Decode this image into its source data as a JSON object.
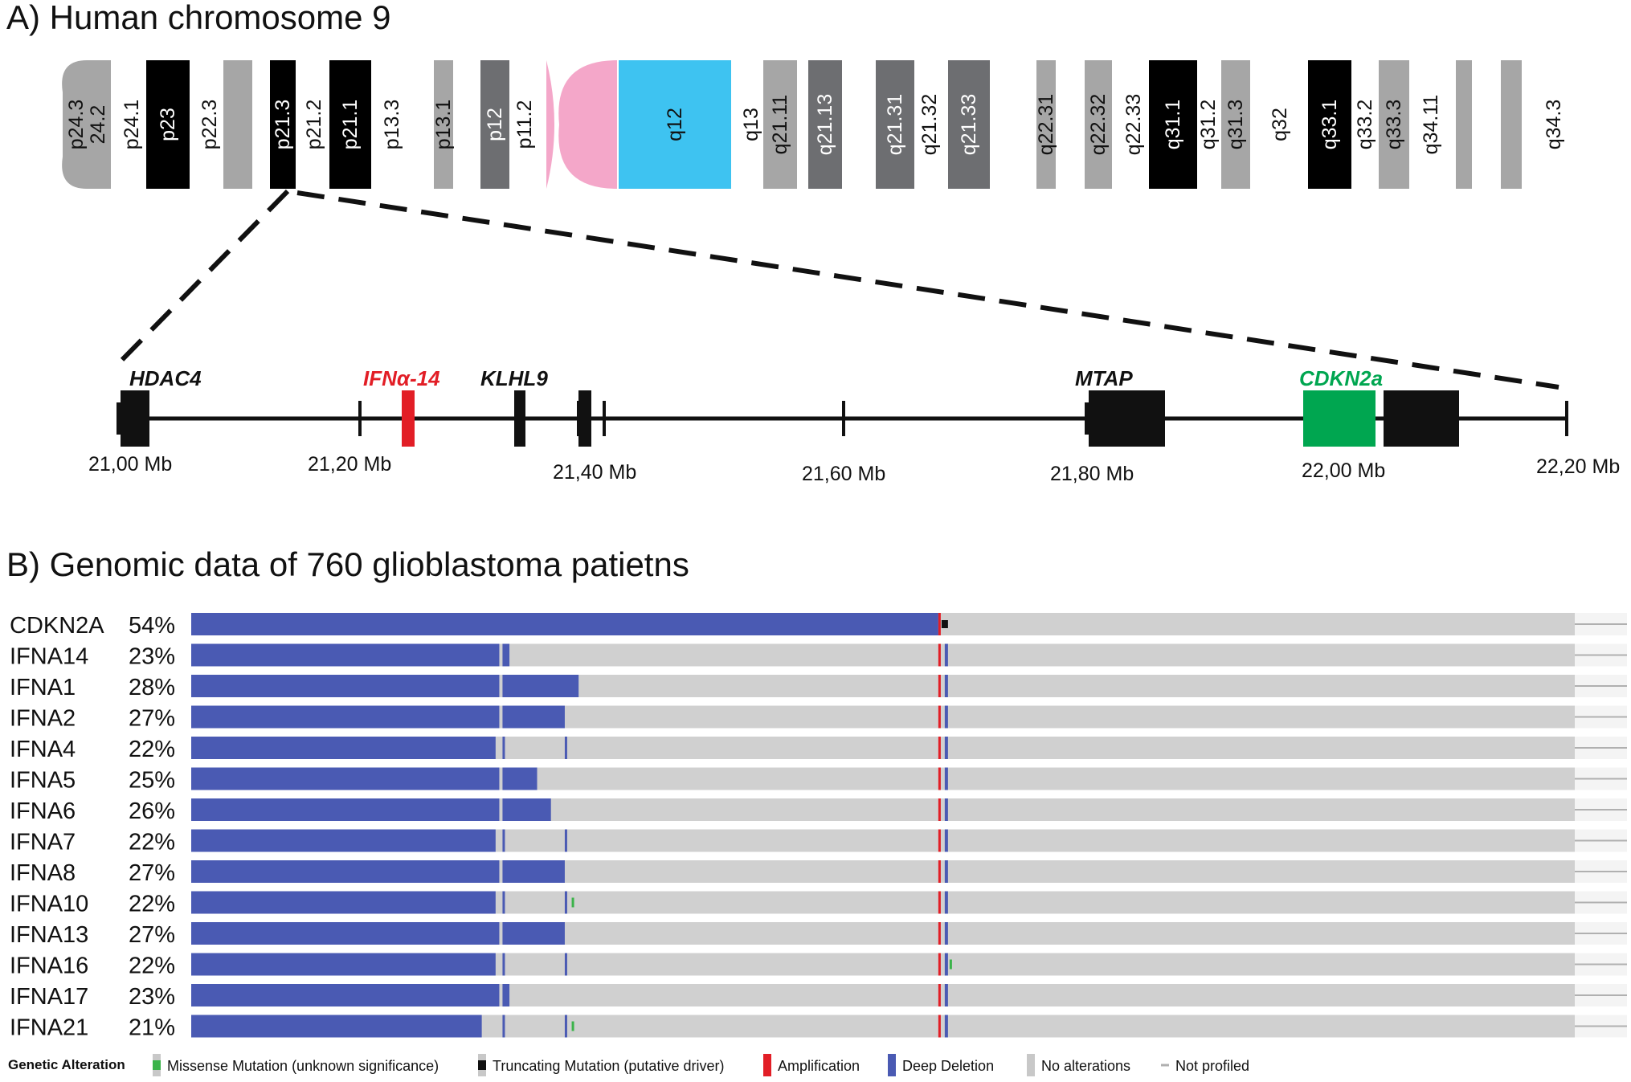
{
  "panel_a": {
    "title": "A) Human chromosome 9",
    "bands": [
      {
        "label": "p24.3",
        "color": "none"
      },
      {
        "label": "24.2",
        "color": "#a6a6a6"
      },
      {
        "label": "p24.1",
        "color": "none"
      },
      {
        "label": "p23",
        "color": "#000000"
      },
      {
        "label": "p22.3",
        "color": "none"
      },
      {
        "label": "",
        "color": "#a6a6a6"
      },
      {
        "label": "p21.3",
        "color": "#000000"
      },
      {
        "label": "p21.2",
        "color": "none"
      },
      {
        "label": "p21.1",
        "color": "#000000"
      },
      {
        "label": "p13.3",
        "color": "none"
      },
      {
        "label": "p13.1",
        "color": "#a6a6a6"
      },
      {
        "label": "p12",
        "color": "#6d6e71"
      },
      {
        "label": "p11.2",
        "color": "none"
      },
      {
        "label": "",
        "color": "#f4a7c9"
      },
      {
        "label": "q12",
        "color": "#3ec3f1"
      },
      {
        "label": "q13",
        "color": "none"
      },
      {
        "label": "q21.11",
        "color": "#a6a6a6"
      },
      {
        "label": "q21.13",
        "color": "#6d6e71"
      },
      {
        "label": "q21.31",
        "color": "#6d6e71"
      },
      {
        "label": "q21.32",
        "color": "none"
      },
      {
        "label": "q21.33",
        "color": "#6d6e71"
      },
      {
        "label": "q22.31",
        "color": "#a6a6a6"
      },
      {
        "label": "q22.32",
        "color": "#a6a6a6"
      },
      {
        "label": "q22.33",
        "color": "none"
      },
      {
        "label": "q31.1",
        "color": "#000000"
      },
      {
        "label": "q31.2",
        "color": "none"
      },
      {
        "label": "q31.3",
        "color": "#a6a6a6"
      },
      {
        "label": "q32",
        "color": "none"
      },
      {
        "label": "q33.1",
        "color": "#000000"
      },
      {
        "label": "q33.2",
        "color": "none"
      },
      {
        "label": "q33.3",
        "color": "#a6a6a6"
      },
      {
        "label": "q34.11",
        "color": "none"
      },
      {
        "label": "",
        "color": "#a6a6a6"
      },
      {
        "label": "",
        "color": "#a6a6a6"
      },
      {
        "label": "q34.3",
        "color": "none"
      }
    ],
    "genes": [
      {
        "label": "HDAC4",
        "color": "#111111"
      },
      {
        "label": "IFNα-14",
        "color": "#e21e26"
      },
      {
        "label": "KLHL9",
        "color": "#111111"
      },
      {
        "label": "MTAP",
        "color": "#111111"
      },
      {
        "label": "CDKN2a",
        "color": "#00a650"
      }
    ],
    "scale_labels": [
      "21,00 Mb",
      "21,20 Mb",
      "21,40 Mb",
      "21,60 Mb",
      "21,80 Mb",
      "22,00 Mb",
      "22,20 Mb"
    ]
  },
  "panel_b": {
    "title": "B) Genomic data of 760 glioblastoma patietns",
    "rows": [
      {
        "gene": "CDKN2A",
        "percent": "54%",
        "deletion": 0.54
      },
      {
        "gene": "IFNA14",
        "percent": "23%",
        "deletion": 0.23
      },
      {
        "gene": "IFNA1",
        "percent": "28%",
        "deletion": 0.28
      },
      {
        "gene": "IFNA2",
        "percent": "27%",
        "deletion": 0.27
      },
      {
        "gene": "IFNA4",
        "percent": "22%",
        "deletion": 0.22
      },
      {
        "gene": "IFNA5",
        "percent": "25%",
        "deletion": 0.25
      },
      {
        "gene": "IFNA6",
        "percent": "26%",
        "deletion": 0.26
      },
      {
        "gene": "IFNA7",
        "percent": "22%",
        "deletion": 0.22
      },
      {
        "gene": "IFNA8",
        "percent": "27%",
        "deletion": 0.27
      },
      {
        "gene": "IFNA10",
        "percent": "22%",
        "deletion": 0.22
      },
      {
        "gene": "IFNA13",
        "percent": "27%",
        "deletion": 0.27
      },
      {
        "gene": "IFNA16",
        "percent": "22%",
        "deletion": 0.22
      },
      {
        "gene": "IFNA17",
        "percent": "23%",
        "deletion": 0.23
      },
      {
        "gene": "IFNA21",
        "percent": "21%",
        "deletion": 0.21
      }
    ],
    "colors": {
      "deep_deletion": "#4a5ab3",
      "no_alteration": "#d0d0d0",
      "amplification": "#e21e26",
      "missense": "#3bb34a",
      "truncating": "#111111",
      "not_profiled": "#b0b0b0"
    },
    "legend": {
      "title": "Genetic Alteration",
      "items": [
        {
          "label": "Missense Mutation (unknown significance)",
          "color": "#3bb34a"
        },
        {
          "label": "Truncating Mutation (putative driver)",
          "color": "#111111"
        },
        {
          "label": "Amplification",
          "color": "#e21e26"
        },
        {
          "label": "Deep Deletion",
          "color": "#4a5ab3"
        },
        {
          "label": "No alterations",
          "color": "#c8c8c8"
        },
        {
          "label": "Not profiled",
          "color": "#b0b0b0"
        }
      ]
    }
  }
}
